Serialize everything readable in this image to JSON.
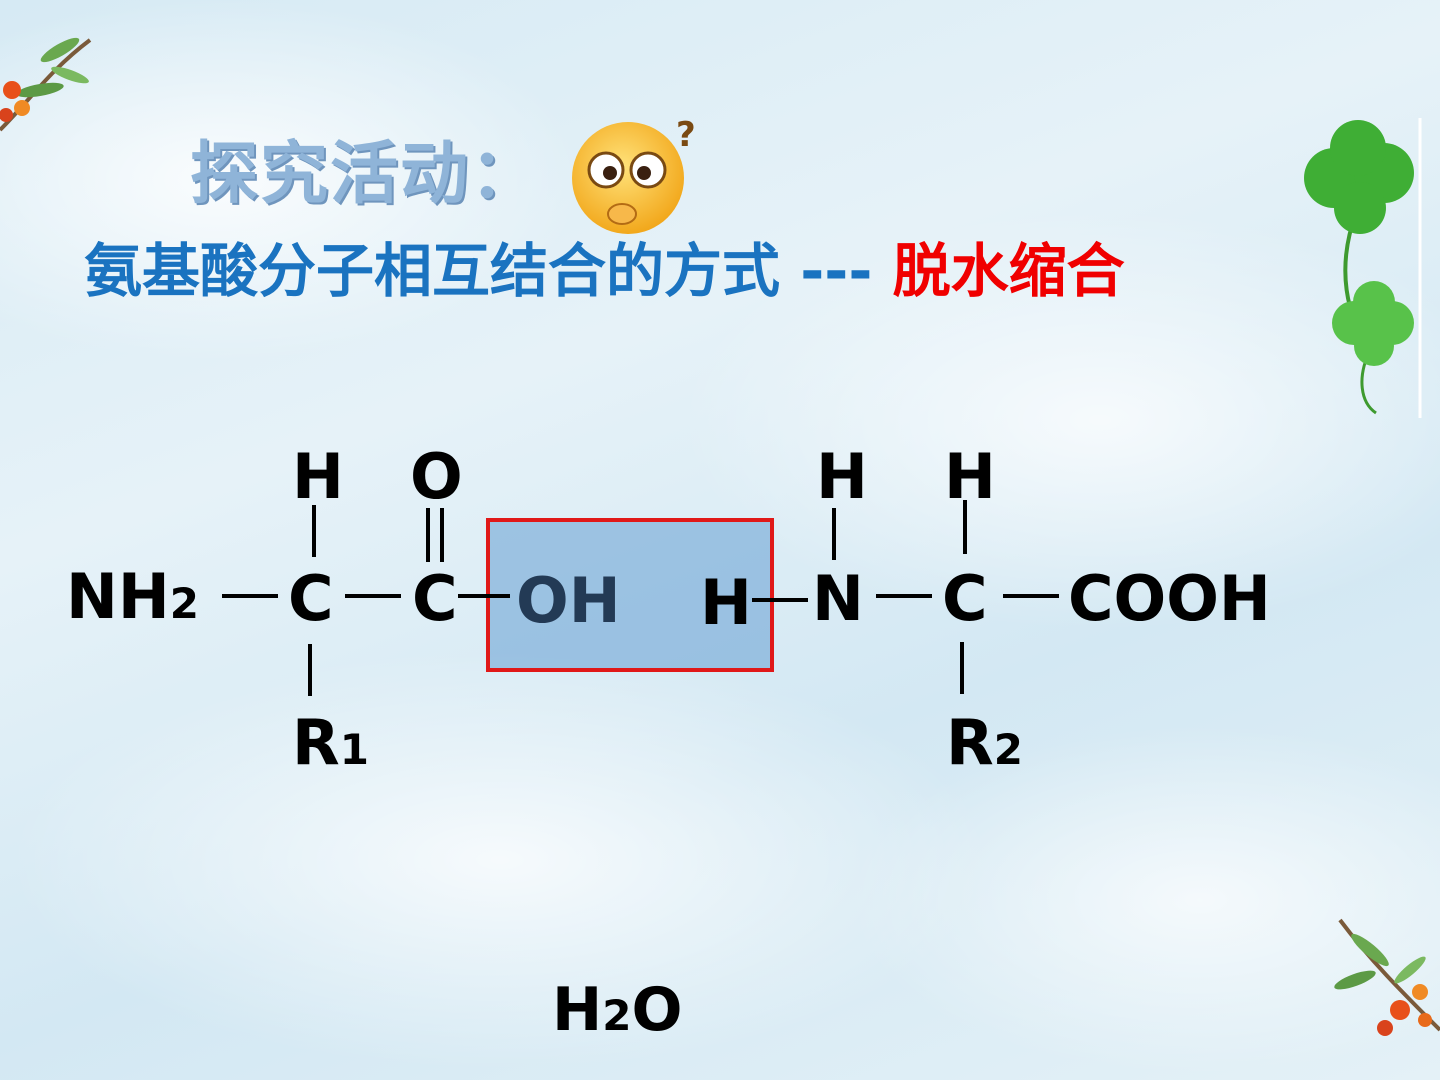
{
  "heading": "探究活动：",
  "subtitle": {
    "main": "氨基酸分子相互结合的方式 --- ",
    "highlight": "脱水缩合"
  },
  "molecule": {
    "nh2": {
      "main": "NH",
      "sub": "2"
    },
    "c1": "C",
    "c2": "C",
    "h_top1": "H",
    "o_top": "O",
    "oh": "OH",
    "h_left": "H",
    "n": "N",
    "h_top3": "H",
    "h_top4": "H",
    "c3": "C",
    "cooh": "COOH",
    "r1": {
      "main": "R",
      "sub": "1"
    },
    "r2": {
      "main": "R",
      "sub": "2"
    }
  },
  "water": {
    "h": "H",
    "sub": "2",
    "o": "O"
  },
  "colors": {
    "title_blue": "#1a73c0",
    "highlight_red": "#f00000",
    "box_border": "#e01818",
    "box_fill": "#78aad7"
  },
  "icons": [
    "confused-face-icon",
    "clover-icon",
    "flower-branch-icon"
  ]
}
